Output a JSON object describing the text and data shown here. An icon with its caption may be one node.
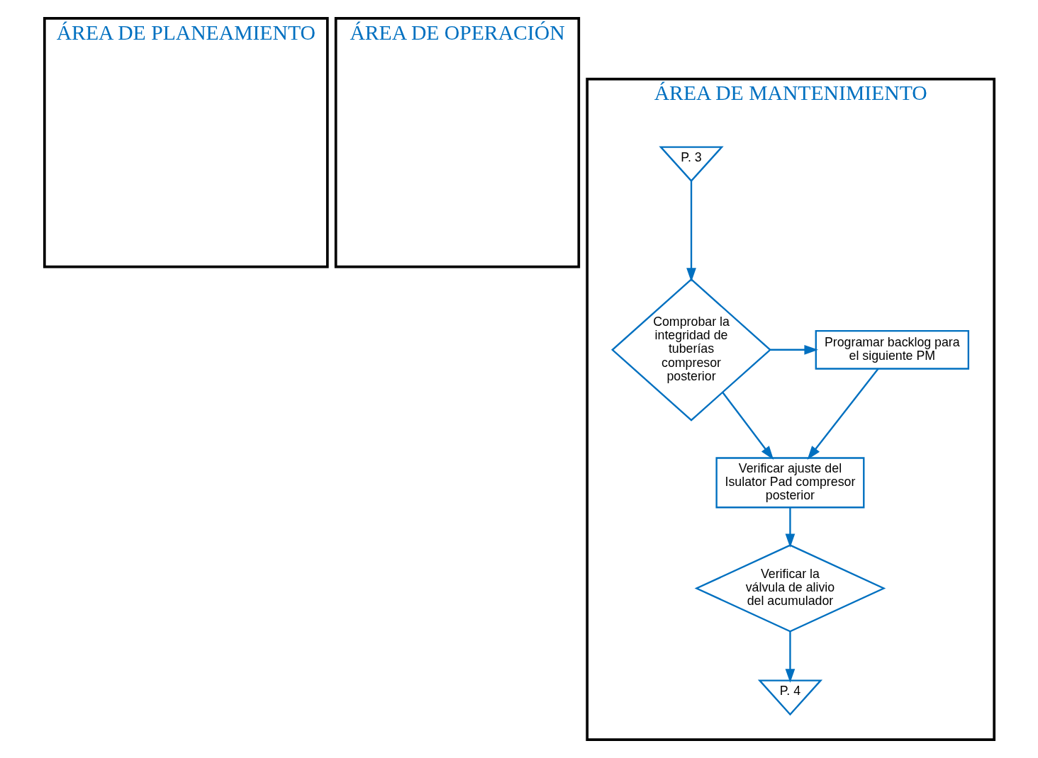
{
  "diagram": {
    "nodes": [
      {
        "text": [
          "ÁREA DE PLANEAMIENTO"
        ]
      },
      {
        "text": [
          "ÁREA DE OPERACIÓN"
        ]
      },
      {
        "text": [
          "ÁREA DE MANTENIMIENTO"
        ]
      },
      {
        "text": [
          "P. 3"
        ],
        "in": 2
      },
      {
        "text": [
          "Comprobar la integridad de tuberías compresor posterior"
        ],
        "in": 2
      },
      {
        "text": [
          "Programar backlog para el siguiente PM"
        ],
        "in": 2
      },
      {
        "text": [
          "Verificar ajuste del Isulator Pad compresor posterior"
        ],
        "in": 2
      },
      {
        "text": [
          "Verificar la válvula de alivio del acumulador"
        ],
        "in": 2
      },
      {
        "text": [
          "P. 4"
        ],
        "in": 2
      }
    ],
    "edges": [
      {
        "from": 3,
        "to": 4,
        "arrow": "to"
      },
      {
        "from": 4,
        "to": 5,
        "arrow": "to"
      },
      {
        "from": 4,
        "to": 6,
        "arrow": "to"
      },
      {
        "from": 5,
        "to": 6,
        "arrow": "to"
      },
      {
        "from": 6,
        "to": 7,
        "arrow": "to"
      },
      {
        "from": 7,
        "to": 8,
        "arrow": "to"
      }
    ]
  }
}
